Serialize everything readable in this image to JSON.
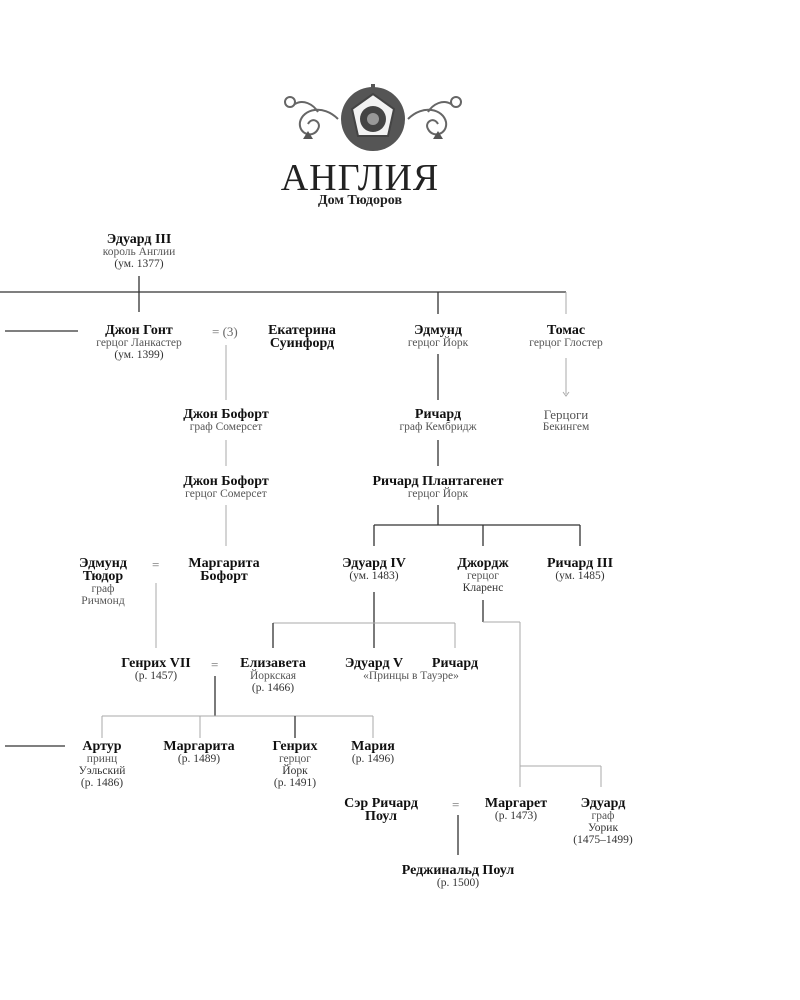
{
  "header": {
    "title": "АНГЛИЯ",
    "subtitle": "Дом Тюдоров",
    "emblem": "tudor-rose-crest"
  },
  "people": {
    "edward3": {
      "name": "Эдуард III",
      "l1": "король Англии",
      "l2": "(ум. 1377)"
    },
    "john_gaunt": {
      "name": "Джон Гонт",
      "l1": "герцог Ланкастер",
      "l2": "(ум. 1399)"
    },
    "marriage3": "= (3)",
    "katherine": {
      "name1": "Екатерина",
      "name2": "Суинфорд"
    },
    "edmund": {
      "name": "Эдмунд",
      "l1": "герцог Йорк"
    },
    "thomas": {
      "name": "Томас",
      "l1": "герцог Глостер"
    },
    "buckingham": {
      "l1": "Герцоги",
      "l2": "Бекингем"
    },
    "john_beaufort1": {
      "name": "Джон Бофорт",
      "l1": "граф Сомерсет"
    },
    "richard_cambridge": {
      "name": "Ричард",
      "l1": "граф Кембридж"
    },
    "john_beaufort2": {
      "name": "Джон Бофорт",
      "l1": "герцог Сомерсет"
    },
    "richard_plantagenet": {
      "name": "Ричард Плантагенет",
      "l1": "герцог Йорк"
    },
    "edmund_tudor": {
      "name1": "Эдмунд",
      "name2": "Тюдор",
      "l1": "граф",
      "l2": "Ричмонд"
    },
    "eq_tudor": "=",
    "margaret_beaufort": {
      "name1": "Маргарита",
      "name2": "Бофорт"
    },
    "edward4": {
      "name": "Эдуард IV",
      "l1": "(ум. 1483)"
    },
    "george": {
      "name": "Джордж",
      "l1": "герцог",
      "l2": "Кларенс"
    },
    "richard3": {
      "name": "Ричард III",
      "l1": "(ум. 1485)"
    },
    "henry7": {
      "name": "Генрих VII",
      "l1": "(р. 1457)"
    },
    "eq_henry": "=",
    "elizabeth": {
      "name": "Елизавета",
      "l1": "Йоркская",
      "l2": "(р. 1466)"
    },
    "edward5": {
      "name": "Эдуард V"
    },
    "richard_prince": {
      "name": "Ричард"
    },
    "princes_note": "«Принцы в Тауэре»",
    "arthur": {
      "name": "Артур",
      "l1": "принц",
      "l2": "Уэльский",
      "l3": "(р. 1486)"
    },
    "margaret_t": {
      "name": "Маргарита",
      "l1": "(р. 1489)"
    },
    "henry_york": {
      "name": "Генрих",
      "l1": "герцог",
      "l2": "Йорк",
      "l3": "(р. 1491)"
    },
    "mary": {
      "name": "Мария",
      "l1": "(р. 1496)"
    },
    "richard_pole": {
      "name1": "Сэр Ричард",
      "name2": "Поул"
    },
    "eq_pole": "=",
    "margaret_c": {
      "name": "Маргарет",
      "l1": "(р. 1473)"
    },
    "edward_warwick": {
      "name": "Эдуард",
      "l1": "граф",
      "l2": "Уорик",
      "l3": "(1475–1499)"
    },
    "reginald": {
      "name": "Реджинальд Поул",
      "l1": "(р. 1500)"
    }
  }
}
